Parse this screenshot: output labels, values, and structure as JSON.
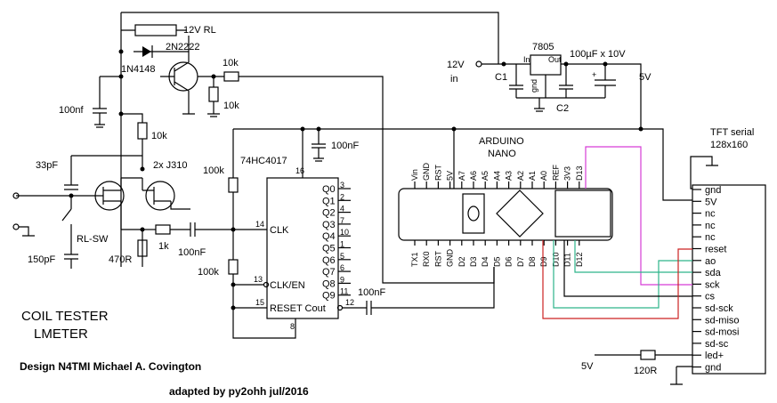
{
  "labels": {
    "relay": "12V RL",
    "transistor": "2N2222",
    "diode": "1N4148",
    "r_10k_a": "10k",
    "r_10k_b": "10k",
    "r_10k_c": "10k",
    "c_100nf_left": "100nf",
    "c_33pf": "33pF",
    "jfet": "2x J310",
    "switch": "RL-SW",
    "c_150pf": "150pF",
    "r_470": "470R",
    "r_1k": "1k",
    "c_100nf_clk": "100nF",
    "r_100k_a": "100k",
    "r_100k_b": "100k",
    "ic_counter": "74HC4017",
    "pin16": "16",
    "c_100nf_ic": "100nF",
    "pin_clk": "14",
    "pin_en": "13",
    "pin_reset": "15",
    "pin_cout": "12",
    "pin_gnd": "8",
    "clk": "CLK",
    "clken": "CLK/EN",
    "reset_cout": "RESET  Cout",
    "c_100nf_out": "100nF",
    "v_in": "12V",
    "v_in2": "in",
    "regulator": "7805",
    "reg_in": "In",
    "reg_out": "Out",
    "reg_gnd": "gnd",
    "c1": "C1",
    "c2": "C2",
    "c_big": "100µF x 10V",
    "v5": "5V",
    "arduino": "ARDUINO",
    "nano": "NANO",
    "tft": "TFT serial",
    "tft_res": "128x160",
    "v5_led": "5V",
    "r_120": "120R",
    "title1": "COIL TESTER",
    "title2": "LMETER",
    "design": "Design N4TMI Michael A. Covington",
    "adapted": "adapted by py2ohh  jul/2016"
  },
  "q_outputs": [
    "Q0",
    "Q1",
    "Q2",
    "Q3",
    "Q4",
    "Q5",
    "Q6",
    "Q7",
    "Q8",
    "Q9"
  ],
  "q_pins": [
    "3",
    "2",
    "4",
    "7",
    "10",
    "1",
    "5",
    "6",
    "9",
    "11"
  ],
  "nano_top_pins": [
    "Vin",
    "GND",
    "RST",
    "5V",
    "A7",
    "A6",
    "A5",
    "A4",
    "A3",
    "A2",
    "A1",
    "A0",
    "REF",
    "3V3",
    "D13"
  ],
  "nano_bottom_pins": [
    "TX1",
    "RX0",
    "RST",
    "GND",
    "D2",
    "D3",
    "D4",
    "D5",
    "D6",
    "D7",
    "D8",
    "D9",
    "D10",
    "D11",
    "D12"
  ],
  "tft_pins": [
    "gnd",
    "5V",
    "nc",
    "nc",
    "nc",
    "reset",
    "ao",
    "sda",
    "sck",
    "cs",
    "sd-sck",
    "sd-miso",
    "sd-mosi",
    "sd-sc",
    "led+",
    "gnd"
  ],
  "colors": {
    "d13_wire": "#d63cd6",
    "spi_wire": "#2db58a",
    "reset_wire": "#cc2222"
  }
}
